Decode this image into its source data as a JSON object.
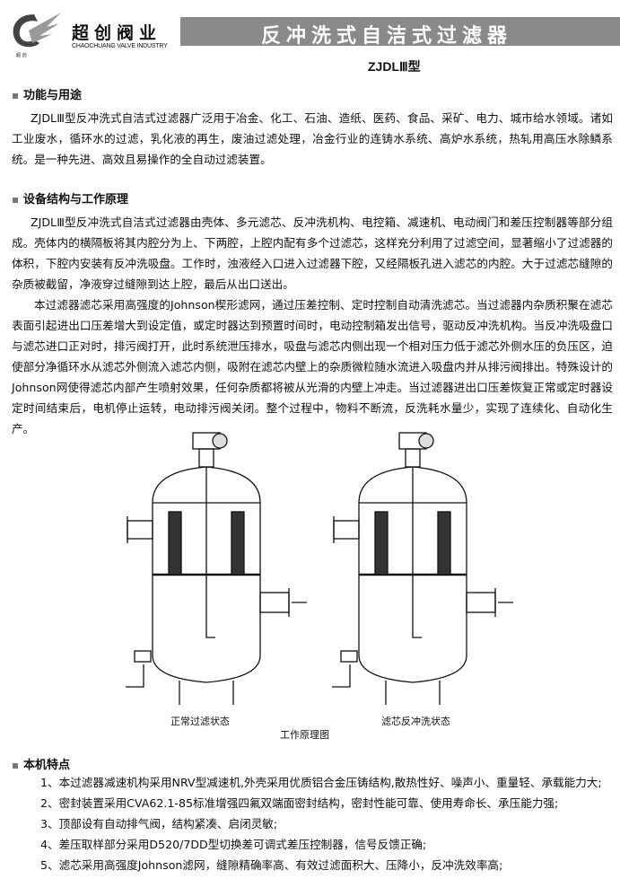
{
  "header": {
    "logo_cn": "超创阀业",
    "logo_en": "CHAOCHUANG VALVE INDUSTRY",
    "logo_small": "超 创",
    "banner_title": "反冲洗式自洁式过滤器",
    "model": "ZJDLⅢ型"
  },
  "section1": {
    "heading": "功能与用途",
    "paragraphs": [
      "ZJDLⅢ型反冲洗式自洁式过滤器广泛用于冶金、化工、石油、造纸、医药、食品、采矿、电力、城市给水领域。诸如工业废水，循环水的过滤，乳化液的再生，废油过滤处理，冶金行业的连铸水系统、高炉水系统，热轧用高压水除鳞系统。是一种先进、高效且易操作的全自动过滤装置。"
    ]
  },
  "section2": {
    "heading": "设备结构与工作原理",
    "paragraphs": [
      "ZJDLⅢ型反冲洗式自洁式过滤器由壳体、多元滤芯、反冲洗机构、电控箱、减速机、电动阀门和差压控制器等部分组成。壳体内的横隔板将其内腔分为上、下两腔，上腔内配有多个过滤芯，这样充分利用了过滤空间，显著缩小了过滤器的体积，下腔内安装有反冲洗吸盘。工作时，浊液经入口进入过滤器下腔，又经隔板孔进入滤芯的内腔。大于过滤芯缝隙的杂质被截留，净液穿过缝隙到达上腔，最后从出口送出。",
      "本过滤器滤芯采用高强度的Johnson楔形滤网，通过压差控制、定时控制自动清洗滤芯。当过滤器内杂质积聚在滤芯表面引起进出口压差增大到设定值，或定时器达到预置时间时，电动控制箱发出信号，驱动反冲洗机构。当反冲洗吸盘口与滤芯进口正对时，排污阀打开，此时系统泄压排水，吸盘与滤芯内侧出现一个相对压力低于滤芯外侧水压的负压区，迫使部分净循环水从滤芯外侧流入滤芯内侧，吸附在滤芯内壁上的杂质微粒随水流进入吸盘内并从排污阀排出。特殊设计的Johnson网使得滤芯内部产生喷射效果，任何杂质都将被从光滑的内壁上冲走。当过滤器进出口压差恢复正常或定时器设定时间结束后，电机停止运转，电动排污阀关闭。整个过程中，物料不断流，反洗耗水量少，实现了连续化、自动化生产。"
    ]
  },
  "diagram": {
    "left_caption": "正常过滤状态",
    "right_caption": "滤芯反冲洗状态",
    "figure_caption": "工作原理图"
  },
  "section3": {
    "heading": "本机特点",
    "items": [
      "1、本过滤器减速机构采用NRV型减速机,外壳采用优质铝合金压铸结构,散热性好、噪声小、重量轻、承载能力大;",
      "2、密封装置采用CVA62.1-85标准增强四氟双端面密封结构，密封性能可靠、使用寿命长、承压能力强;",
      "3、顶部设有自动排气阀，结构紧凑、启闭灵敏;",
      "4、差压取样部分采用D520/7DD型切换差可调式差压控制器，信号反馈正确;",
      "5、滤芯采用高强度Johnson滤网，缝隙精确率高、有效过滤面积大、压降小，反冲洗效率高;"
    ]
  }
}
